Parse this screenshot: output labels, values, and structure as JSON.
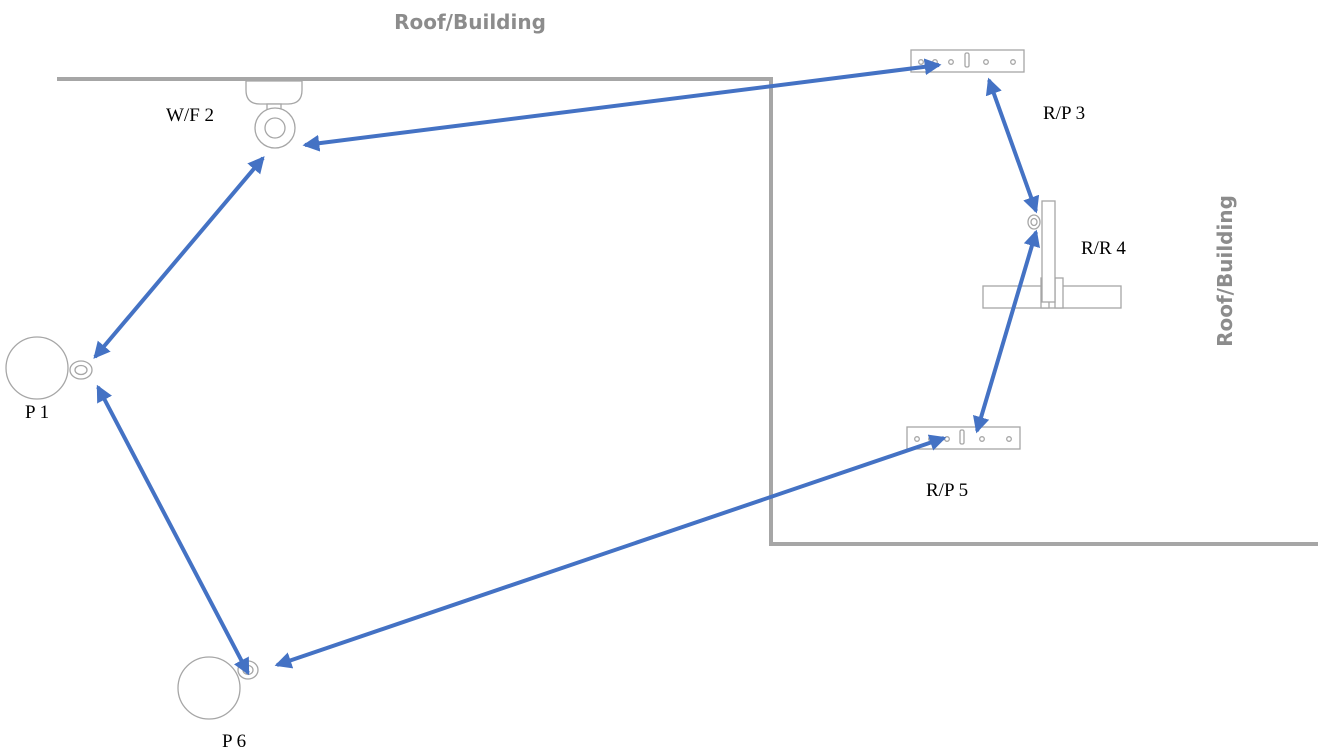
{
  "regions": {
    "top_label": "Roof/Building",
    "right_label": "Roof/Building"
  },
  "nodes": {
    "p1": "P 1",
    "wf2": "W/F 2",
    "rp3": "R/P 3",
    "rr4": "R/R 4",
    "rp5": "R/P 5",
    "p6": "P 6"
  },
  "colors": {
    "link": "#4472c4",
    "wall": "#a6a6a6",
    "region_text": "#8c8c8c"
  },
  "links": [
    [
      "wf2",
      "rp3"
    ],
    [
      "wf2",
      "p1"
    ],
    [
      "rp3",
      "rr4"
    ],
    [
      "rr4",
      "rp5"
    ],
    [
      "rp5",
      "p6"
    ],
    [
      "p1",
      "p6"
    ]
  ]
}
